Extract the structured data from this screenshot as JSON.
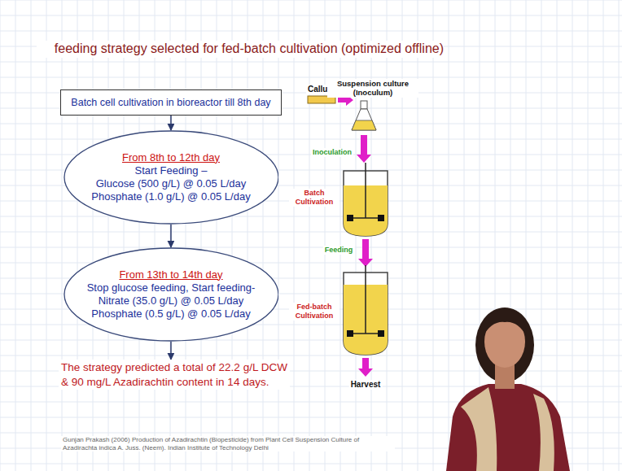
{
  "diagram": {
    "title": "feeding strategy selected for fed-batch cultivation (optimized offline)",
    "nodes": [
      {
        "text": [
          "Batch cell cultivation in bioreactor till 8th day"
        ]
      },
      {
        "text": [
          "From 8th to 12th day",
          "Start Feeding –",
          "Glucose (500 g/L) @ 0.05 L/day",
          "Phosphate (1.0 g/L) @ 0.05 L/day"
        ]
      },
      {
        "text": [
          "From 13th to 14th day",
          "Stop glucose feeding, Start feeding-",
          "Nitrate (35.0 g/L) @ 0.05 L/day",
          "Phosphate (0.5 g/L) @ 0.05 L/day"
        ]
      },
      {
        "text": [
          "The strategy predicted a total of 22.2 g/L DCW",
          "& 90 mg/L Azadirachtin content in 14 days."
        ]
      }
    ],
    "edges": [
      {
        "from": 0,
        "to": 1,
        "arrow": "to"
      },
      {
        "from": 1,
        "to": 2,
        "arrow": "to"
      },
      {
        "from": 2,
        "to": 3,
        "arrow": "to"
      }
    ],
    "labels": [
      "Callus",
      "Suspension culture (Inoculum)",
      "Inoculation",
      "Batch Cultivation",
      "Feeding",
      "Fed-batch Cultivation",
      "Harvest",
      "Gunjan Prakash (2006) Production of Azadirachtin (Biopesticide) from Plant Cell Suspension Culture of Azadirachta indica A. Juss. (Neem). Indian Institute of Technology Delhi"
    ]
  }
}
